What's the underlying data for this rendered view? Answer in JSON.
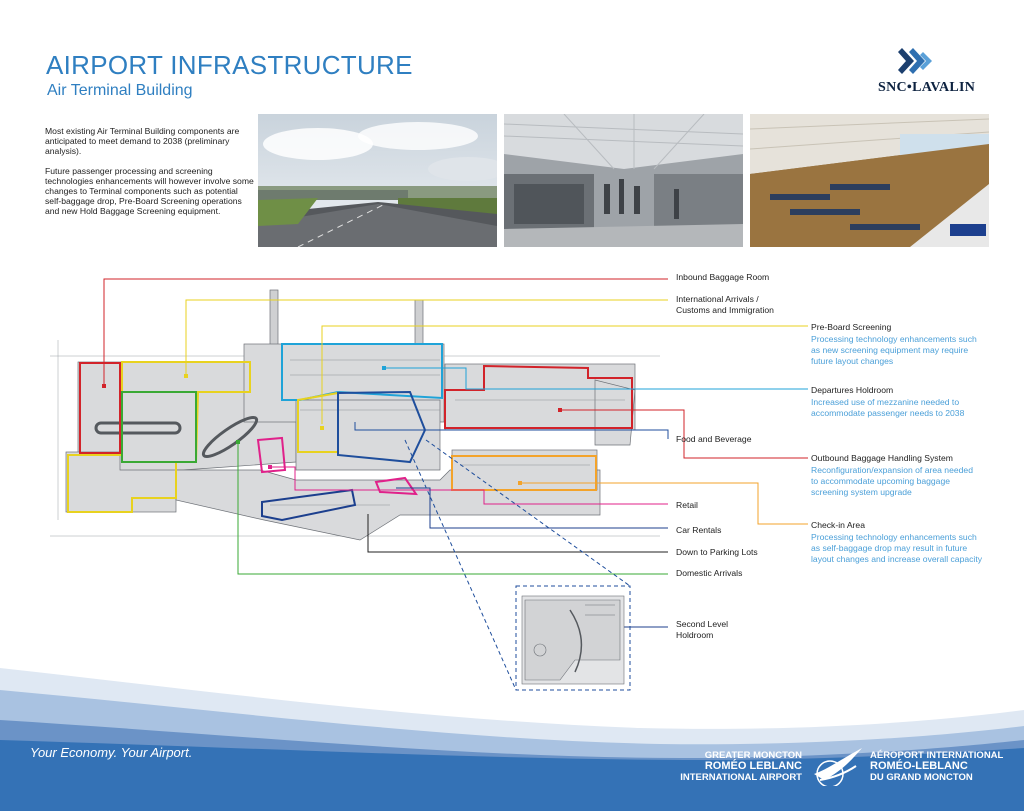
{
  "header": {
    "title": "AIRPORT INFRASTRUCTURE",
    "subtitle": "Air Terminal Building",
    "brand": "SNC•LAVALIN"
  },
  "intro": {
    "paragraph_1": "Most existing Air Terminal Building components are anticipated to meet demand to 2038 (preliminary analysis).",
    "paragraph_2": "Future passenger processing and screening technologies enhancements will however involve some changes to Terminal components such as potential self-baggage drop, Pre-Board Screening operations and new Hold Baggage Screening equipment."
  },
  "callouts": {
    "inbound_baggage": "Inbound Baggage Room",
    "international_arrivals_1": "International Arrivals /",
    "international_arrivals_2": "Customs and Immigration",
    "pre_board": "Pre-Board Screening",
    "pre_board_desc": "Processing technology enhancements such as new screening equipment may require future layout changes",
    "departures": "Departures Holdroom",
    "departures_desc": "Increased use of mezzanine needed to accommodate passenger needs to 2038",
    "food": "Food and Beverage",
    "outbound": "Outbound Baggage Handling System",
    "outbound_desc": "Reconfiguration/expansion of area needed to accommodate upcoming baggage screening system upgrade",
    "retail": "Retail",
    "check_in": "Check-in Area",
    "check_in_desc": "Processing technology enhancements such as self-baggage drop may result in future layout changes and increase overall capacity",
    "car_rentals": "Car Rentals",
    "parking": "Down to Parking Lots",
    "domestic": "Domestic Arrivals",
    "second_level_1": "Second Level",
    "second_level_2": "Holdroom"
  },
  "colors": {
    "title_blue": "#2f7fc1",
    "desc_blue": "#4a9fd8",
    "inbound_red": "#d2232a",
    "intl_yellow": "#e8d21f",
    "screening_cyan": "#1fa3d8",
    "departures_navy": "#1f4e9c",
    "food_green": "#3aa935",
    "retail_magenta": "#e0218a",
    "checkin_orange": "#f3a32b",
    "car_darkblue": "#1c3f8e",
    "footer_blue": "#3472b6"
  },
  "footer": {
    "slogan": "Your Economy. Your Airport.",
    "en_line1": "GREATER MONCTON",
    "en_line2": "ROMÉO LEBLANC",
    "en_line3": "INTERNATIONAL AIRPORT",
    "fr_line1": "AÉROPORT INTERNATIONAL",
    "fr_line2": "ROMÉO-LEBLANC",
    "fr_line3": "DU GRAND MONCTON"
  }
}
